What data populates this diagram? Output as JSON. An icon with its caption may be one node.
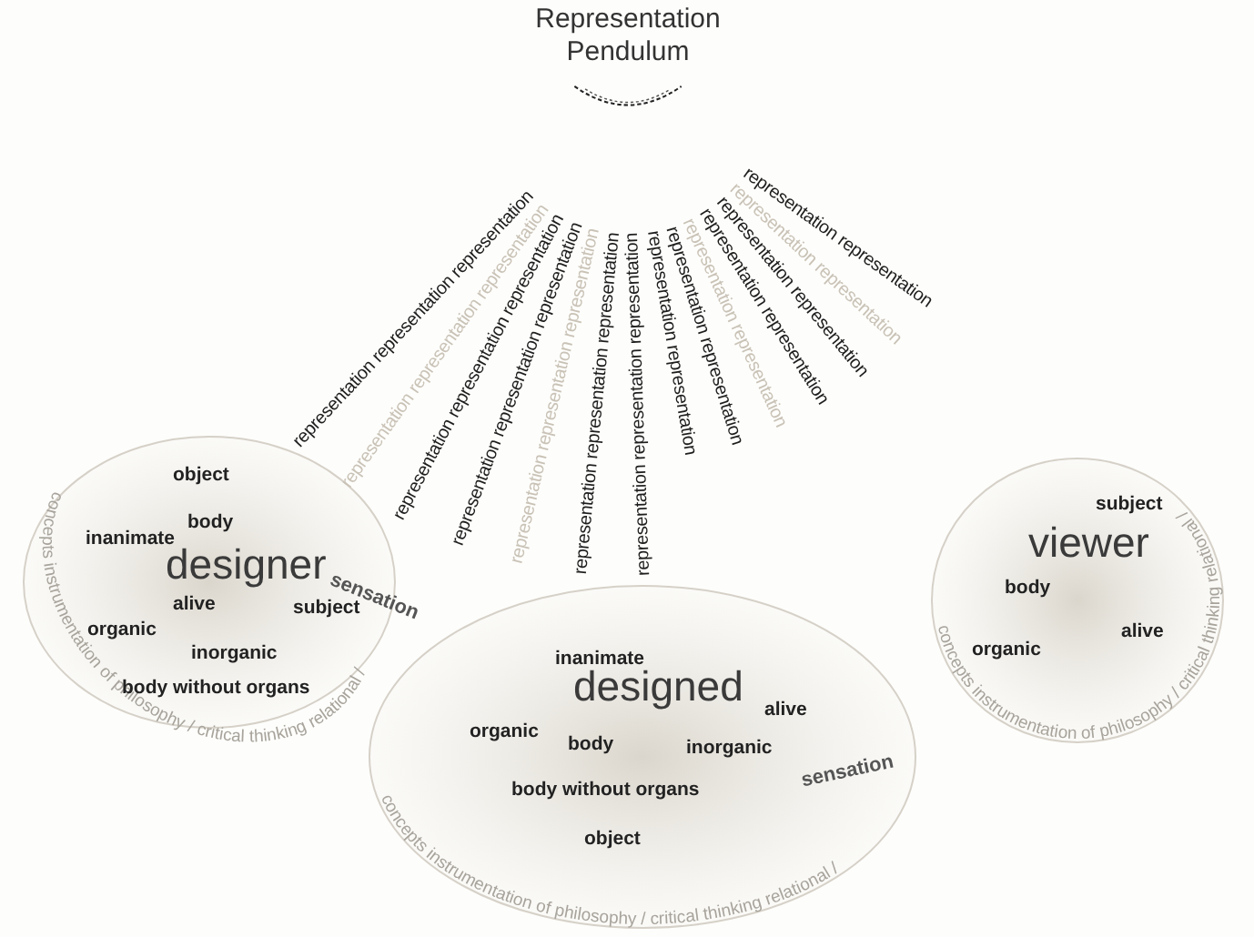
{
  "diagram": {
    "nodes": [
      {
        "text": [
          "Representation Pendulum"
        ]
      },
      {
        "text": [
          "object",
          "body",
          "inanimate",
          "designer",
          "alive",
          "subject",
          "organic",
          "inorganic",
          "body without organs",
          "concepts instrumentation of philosophy / critical thinking relational /"
        ]
      },
      {
        "text": [
          "inanimate",
          "designed",
          "alive",
          "organic",
          "body",
          "inorganic",
          "body without organs",
          "object",
          "concepts instrumentation of philosophy / critical thinking relational /"
        ]
      },
      {
        "text": [
          "subject",
          "viewer",
          "body",
          "alive",
          "organic",
          "concepts instrumentation of philosophy / critical thinking relational /"
        ]
      }
    ],
    "labels": [
      "representation representation representation",
      "representation representation representation",
      "representation representation representation",
      "representation representation representation",
      "representation representation representation",
      "representation representation representation",
      "representation representation representation",
      "representation representation",
      "representation representation",
      "representation representation",
      "representation representation",
      "representation representation",
      "representation representation",
      "representation representation",
      "sensation",
      "sensation"
    ]
  }
}
